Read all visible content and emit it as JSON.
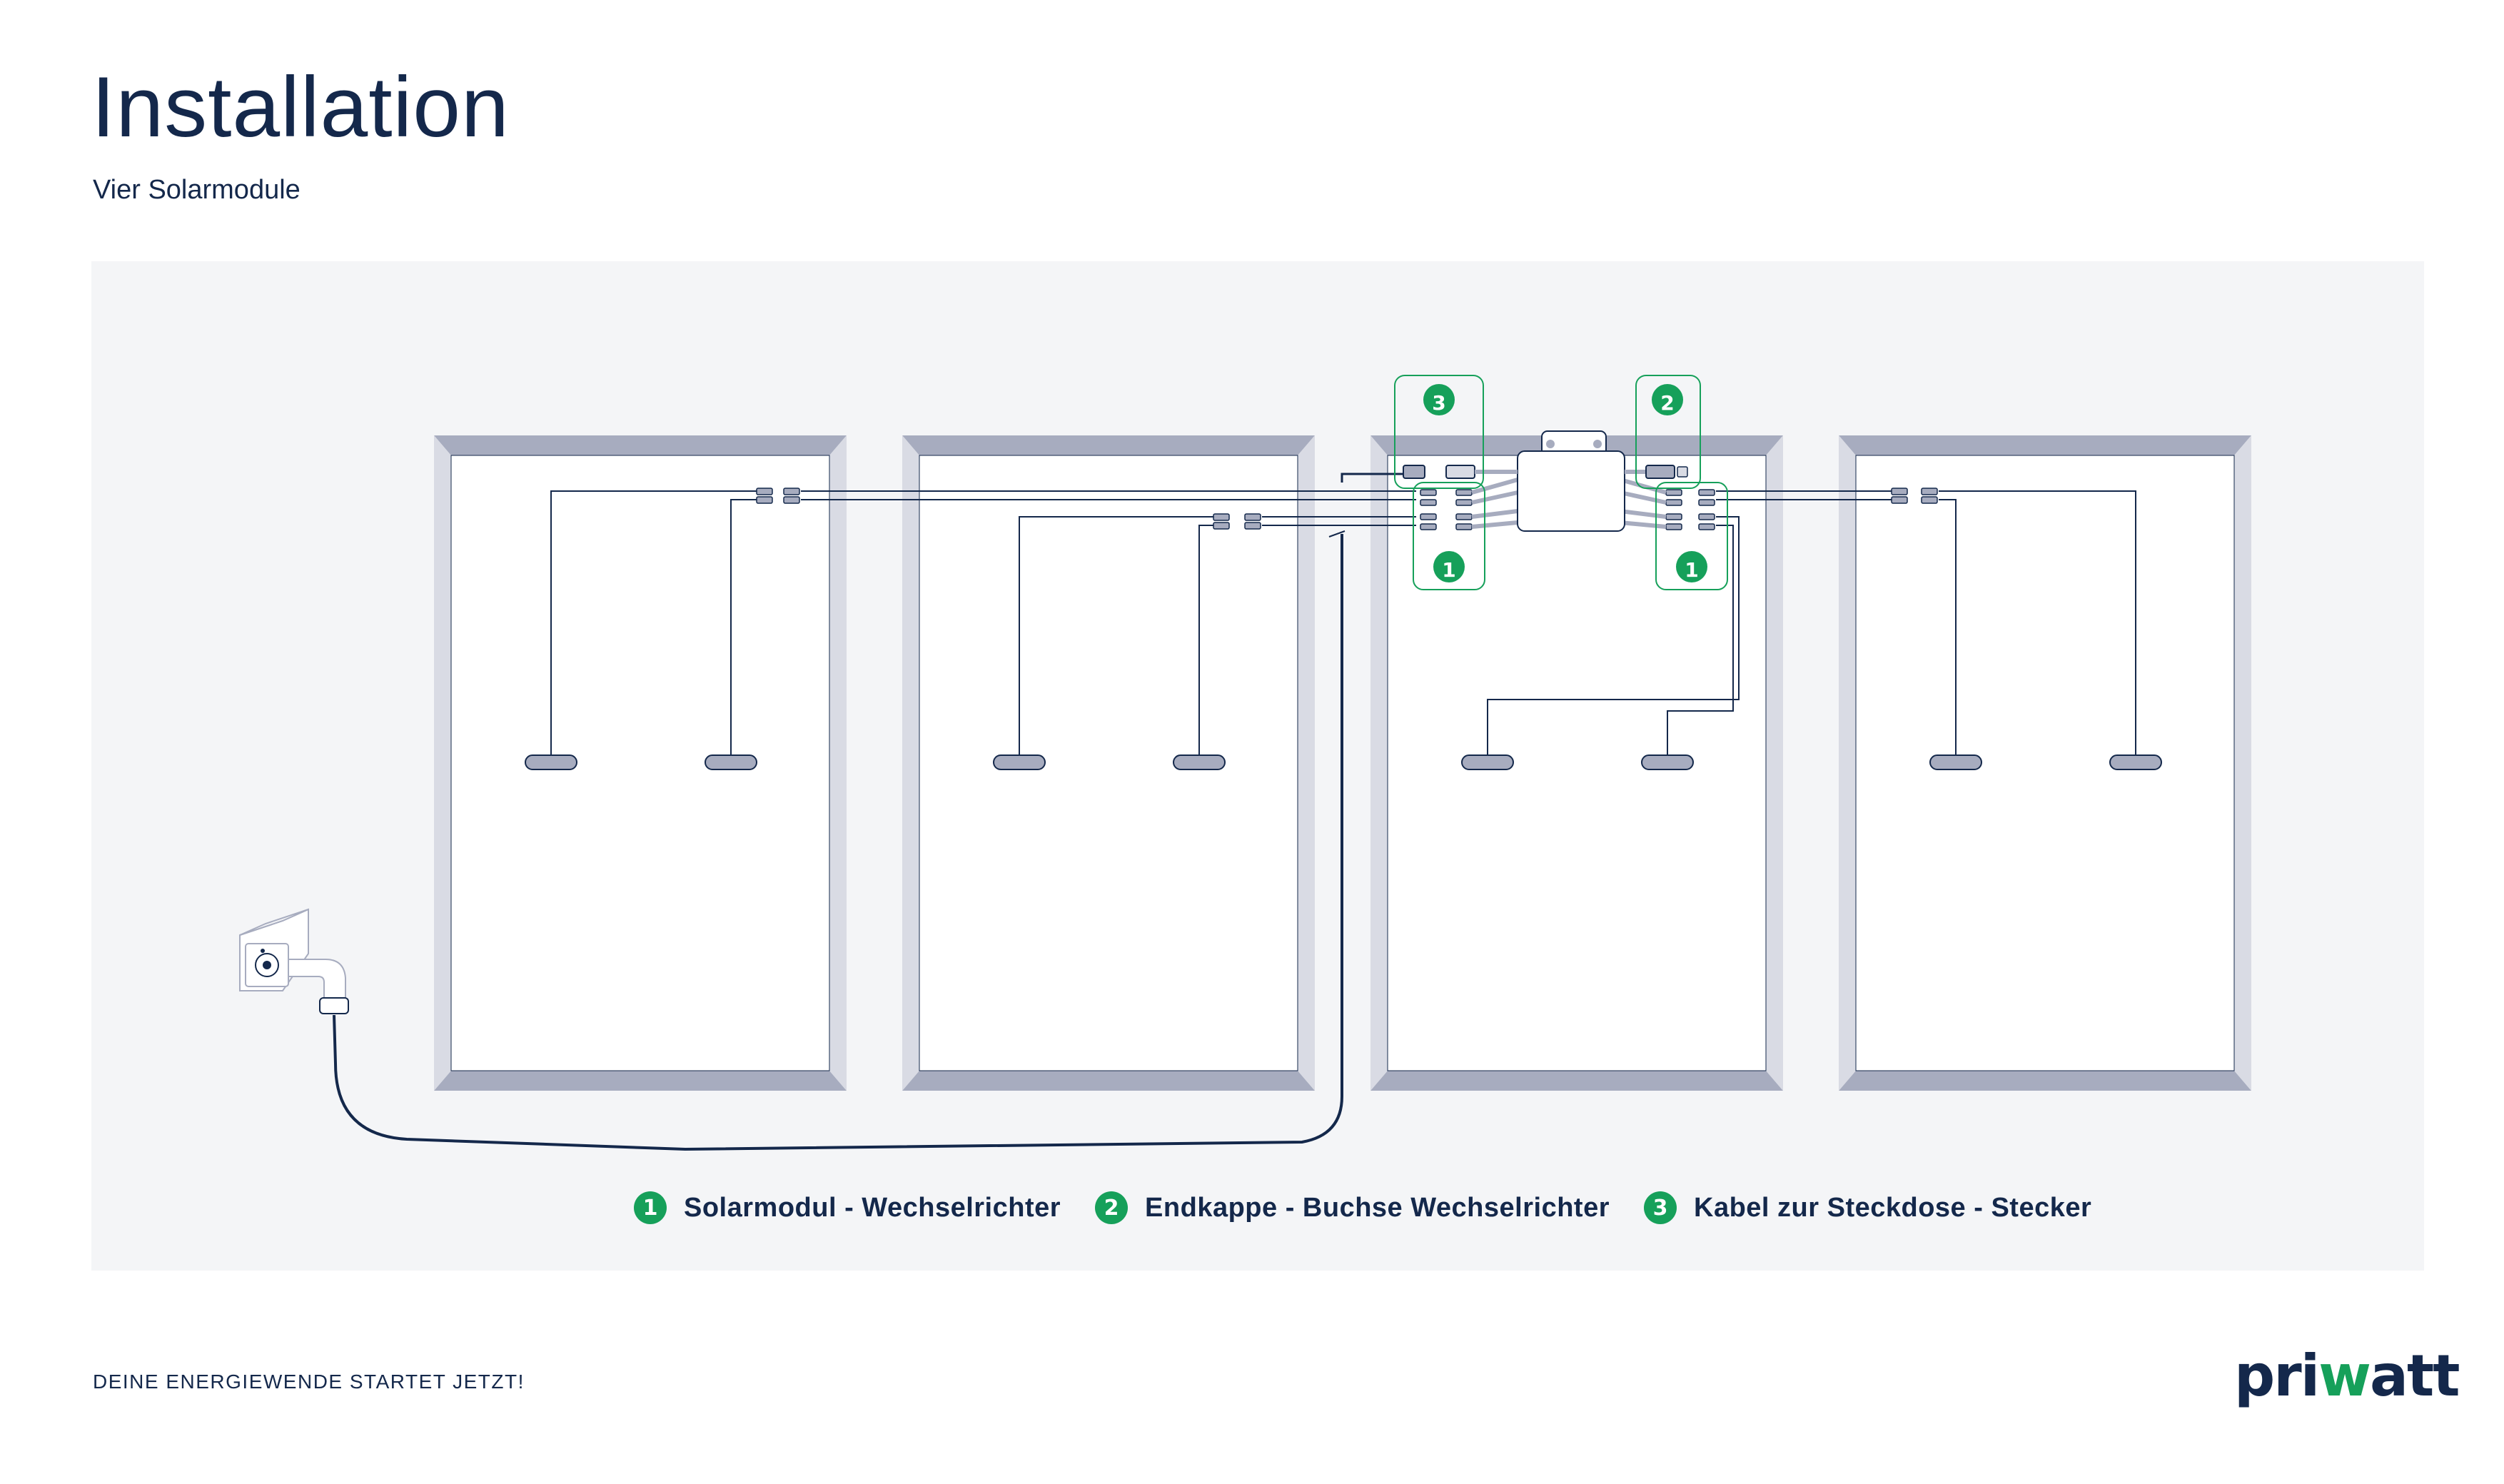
{
  "header": {
    "title": "Installation",
    "subtitle": "Vier Solarmodule"
  },
  "legend": [
    {
      "number": "1",
      "label": "Solarmodul - Wechselrichter"
    },
    {
      "number": "2",
      "label": "Endkappe - Buchse Wechselrichter"
    },
    {
      "number": "3",
      "label": "Kabel zur Steckdose - Stecker"
    }
  ],
  "callouts": [
    {
      "number": "3",
      "target": "cable-to-socket-plug"
    },
    {
      "number": "2",
      "target": "end-cap-inverter-socket"
    },
    {
      "number": "1",
      "target": "module-connectors-left"
    },
    {
      "number": "1",
      "target": "module-connectors-right"
    }
  ],
  "solar_panels_count": 4,
  "colors": {
    "navy": "#14284b",
    "accent_green": "#16a05a",
    "panel_frame": "#a7acbf",
    "panel_background": "#f4f5f7"
  },
  "footer": {
    "tagline": "DEINE ENERGIEWENDE STARTET JETZT!",
    "logo_dark_1": "pri",
    "logo_green": "w",
    "logo_dark_2": "att"
  }
}
